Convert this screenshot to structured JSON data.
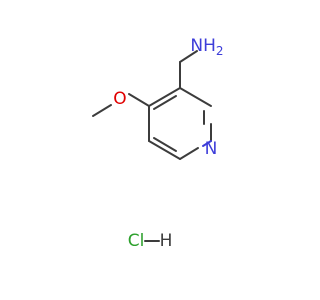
{
  "molecule": {
    "atoms": {
      "amine": {
        "label": "NH2",
        "color": "#3d3dd9"
      },
      "ring_nitrogen": {
        "label": "N",
        "color": "#3d3dd9"
      },
      "oxygen": {
        "label": "O",
        "color": "#e00000"
      }
    },
    "salt": {
      "chlorine": {
        "label": "Cl",
        "color": "#2ca02c"
      },
      "hydrogen": {
        "label": "H",
        "color": "#3c3c3c"
      }
    }
  }
}
